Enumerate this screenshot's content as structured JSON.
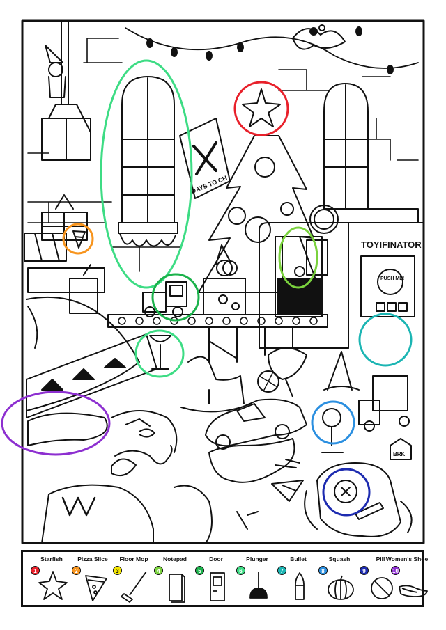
{
  "scene": {
    "sign_text": "TOYIFINATOR",
    "button_text": "PUSH ME!",
    "calendar_text": "DAYS TO CH",
    "small_sign_text": "BRK"
  },
  "found_items": [
    {
      "number": "1",
      "label": "Starfish",
      "color": "#e8202a",
      "icon": "starfish-icon"
    },
    {
      "number": "2",
      "label": "Pizza Slice",
      "color": "#f7941d",
      "icon": "pizza-slice-icon"
    },
    {
      "number": "3",
      "label": "Floor Mop",
      "color": "#f4e600",
      "icon": "floor-mop-icon"
    },
    {
      "number": "4",
      "label": "Notepad",
      "color": "#7ad23d",
      "icon": "notepad-icon"
    },
    {
      "number": "5",
      "label": "Door",
      "color": "#1bb24b",
      "icon": "door-icon"
    },
    {
      "number": "6",
      "label": "Plunger",
      "color": "#3ddc84",
      "icon": "plunger-icon"
    },
    {
      "number": "7",
      "label": "Bullet",
      "color": "#1bb5b3",
      "icon": "bullet-icon"
    },
    {
      "number": "8",
      "label": "Squash",
      "color": "#2b8fe0",
      "icon": "squash-icon"
    },
    {
      "number": "9",
      "label": "Pill",
      "color": "#1d2bb0",
      "icon": "pill-icon"
    },
    {
      "number": "10",
      "label": "Women's Shoe",
      "color": "#8d2fd0",
      "icon": "womens-shoe-icon"
    }
  ]
}
